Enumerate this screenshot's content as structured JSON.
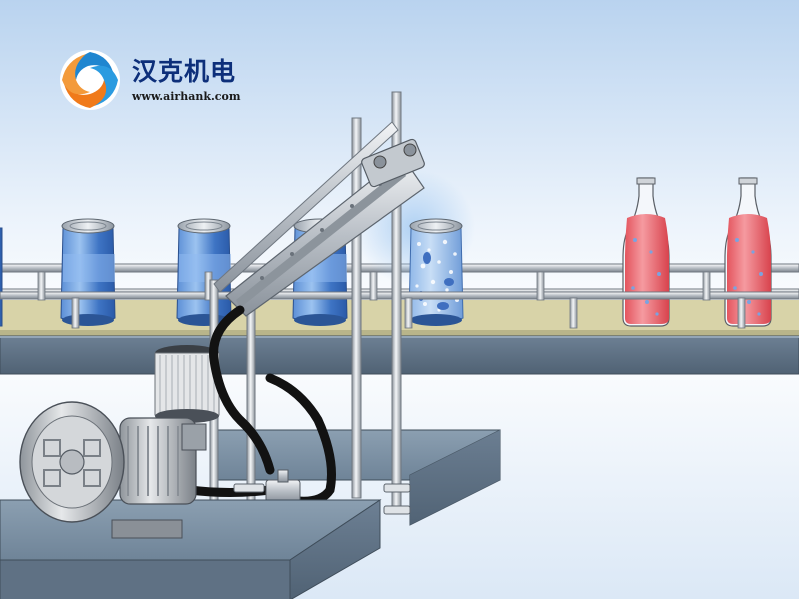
{
  "brand": {
    "name": "汉克机电",
    "url": "www.airhank.com",
    "logo_icon": "swirl-fan-logo-icon"
  },
  "colors": {
    "logo_blue": "#1f86d0",
    "logo_orange": "#f07a1a",
    "brand_text": "#0d2f7a",
    "can_blue": "#2f6fc8",
    "bottle_red": "#e8646c",
    "hose": "#111111",
    "metal": "#c9ced4"
  },
  "scene": {
    "objects": [
      "blue-can",
      "blue-can",
      "blue-can",
      "wet-can",
      "soda-bottle",
      "soda-bottle",
      "ring-blower",
      "air-filter",
      "air-knife",
      "conveyor"
    ]
  }
}
